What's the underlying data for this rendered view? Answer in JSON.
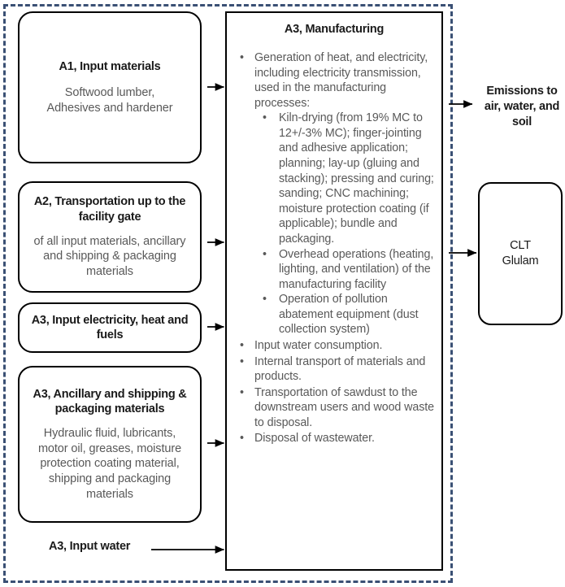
{
  "diagram": {
    "boundary_label": "system-boundary",
    "boundary_color": "#3a5074",
    "line_color": "#000000",
    "body_text_color": "#595959"
  },
  "inputs": [
    {
      "id": "a1",
      "title": "A1, Input materials",
      "body": "Softwood lumber,\nAdhesives and hardener"
    },
    {
      "id": "a2",
      "title": "A2, Transportation up to the facility gate",
      "body": "of all input materials, ancillary and shipping & packaging materials"
    },
    {
      "id": "a3-electricity",
      "title": "A3, Input electricity, heat and fuels",
      "body": ""
    },
    {
      "id": "a3-ancillary",
      "title": "A3, Ancillary and shipping & packaging materials",
      "body": "Hydraulic fluid, lubricants, motor oil, greases, moisture protection coating material, shipping and packaging materials"
    }
  ],
  "water_input": {
    "label": "A3, Input water"
  },
  "manufacturing": {
    "title": "A3, Manufacturing",
    "bullet_glyph": "•",
    "items": [
      {
        "text": "Generation of heat, and electricity, including electricity transmission, used in the manufacturing processes:",
        "sub": [
          "Kiln-drying (from 19% MC to 12+/-3% MC); finger-jointing and adhesive application; planning; lay-up (gluing and stacking); pressing and curing; sanding; CNC machining; moisture protection coating (if applicable); bundle and packaging.",
          "Overhead operations (heating, lighting, and ventilation) of the manufacturing facility",
          "Operation of pollution abatement equipment (dust collection system)"
        ]
      },
      {
        "text": "Input water consumption.",
        "sub": []
      },
      {
        "text": "Internal transport of materials and products.",
        "sub": []
      },
      {
        "text": "Transportation of sawdust to the downstream users and wood waste to disposal.",
        "sub": []
      },
      {
        "text": "Disposal of wastewater.",
        "sub": []
      }
    ]
  },
  "outputs": {
    "emissions": {
      "label": "Emissions to air, water, and soil"
    },
    "product": {
      "line1": "CLT",
      "line2": "Glulam"
    }
  }
}
